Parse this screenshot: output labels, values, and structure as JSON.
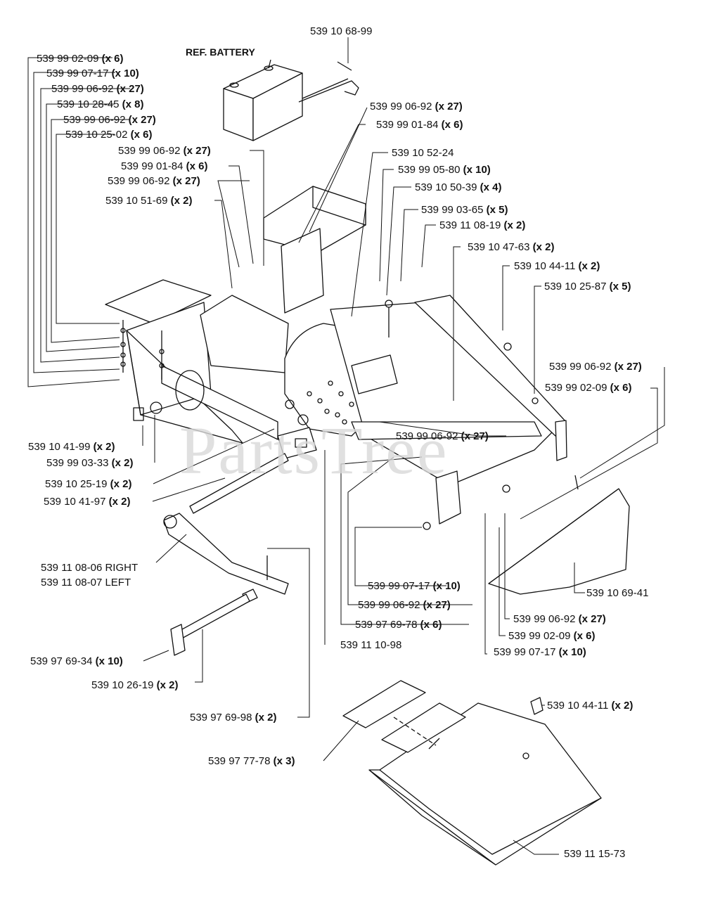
{
  "watermark": "PartsTree",
  "battery_label": "REF. BATTERY",
  "labels": [
    {
      "pn": "539 10 68-99",
      "qty": ""
    },
    {
      "pn": "539 99 02-09",
      "qty": "(x 6)"
    },
    {
      "pn": "539 99 07-17",
      "qty": "(x 10)"
    },
    {
      "pn": "539 99 06-92",
      "qty": "(x 27)"
    },
    {
      "pn": "539 10 28-45",
      "qty": "(x 8)"
    },
    {
      "pn": "539 99 06-92",
      "qty": "(x 27)"
    },
    {
      "pn": "539 10 25-02",
      "qty": "(x 6)"
    },
    {
      "pn": "539 99 06-92",
      "qty": "(x 27)"
    },
    {
      "pn": "539 99 01-84",
      "qty": "(x 6)"
    },
    {
      "pn": "539 99 06-92",
      "qty": "(x 27)"
    },
    {
      "pn": "539 10 51-69",
      "qty": "(x 2)"
    },
    {
      "pn": "539 99 06-92",
      "qty": "(x 27)"
    },
    {
      "pn": "539 99 01-84",
      "qty": "(x 6)"
    },
    {
      "pn": "539 10 52-24",
      "qty": ""
    },
    {
      "pn": "539 99 05-80",
      "qty": "(x 10)"
    },
    {
      "pn": "539 10 50-39",
      "qty": " (x 4)"
    },
    {
      "pn": "539 99 03-65",
      "qty": "(x 5)"
    },
    {
      "pn": "539 11 08-19",
      "qty": "(x 2)"
    },
    {
      "pn": "539 10 47-63",
      "qty": "(x 2)"
    },
    {
      "pn": "539 10 44-11",
      "qty": "(x 2)"
    },
    {
      "pn": "539 10 25-87",
      "qty": "(x 5)"
    },
    {
      "pn": "539 99 06-92",
      "qty": "(x 27)"
    },
    {
      "pn": "539 99 02-09",
      "qty": "(x 6)"
    },
    {
      "pn": "539 99 06-92",
      "qty": "(x 27)"
    },
    {
      "pn": "539 10 41-99",
      "qty": "(x 2)"
    },
    {
      "pn": "539 99 03-33",
      "qty": "(x 2)"
    },
    {
      "pn": "539 10 25-19",
      "qty": "(x 2)"
    },
    {
      "pn": "539 10 41-97",
      "qty": "(x 2)"
    },
    {
      "pn": "539 11 08-06 RIGHT",
      "qty": ""
    },
    {
      "pn": "539 11 08-07 LEFT",
      "qty": ""
    },
    {
      "pn": "539 99 07-17",
      "qty": "(x 10)"
    },
    {
      "pn": "539 99 06-92",
      "qty": "(x 27)"
    },
    {
      "pn": "539 97 69-78",
      "qty": "(x 6)"
    },
    {
      "pn": "539 11 10-98",
      "qty": ""
    },
    {
      "pn": "539 10 69-41",
      "qty": ""
    },
    {
      "pn": "539 99 06-92",
      "qty": "(x 27)"
    },
    {
      "pn": "539 99 02-09",
      "qty": "(x 6)"
    },
    {
      "pn": "539 99 07-17",
      "qty": "(x 10)"
    },
    {
      "pn": "539 97 69-34",
      "qty": "(x 10)"
    },
    {
      "pn": "539 10 26-19",
      "qty": "(x 2)"
    },
    {
      "pn": "539 97 69-98",
      "qty": "(x 2)"
    },
    {
      "pn": "539 10 44-11",
      "qty": "(x 2)"
    },
    {
      "pn": "539 97 77-78",
      "qty": "(x 3)"
    },
    {
      "pn": "539 11 15-73",
      "qty": ""
    }
  ]
}
